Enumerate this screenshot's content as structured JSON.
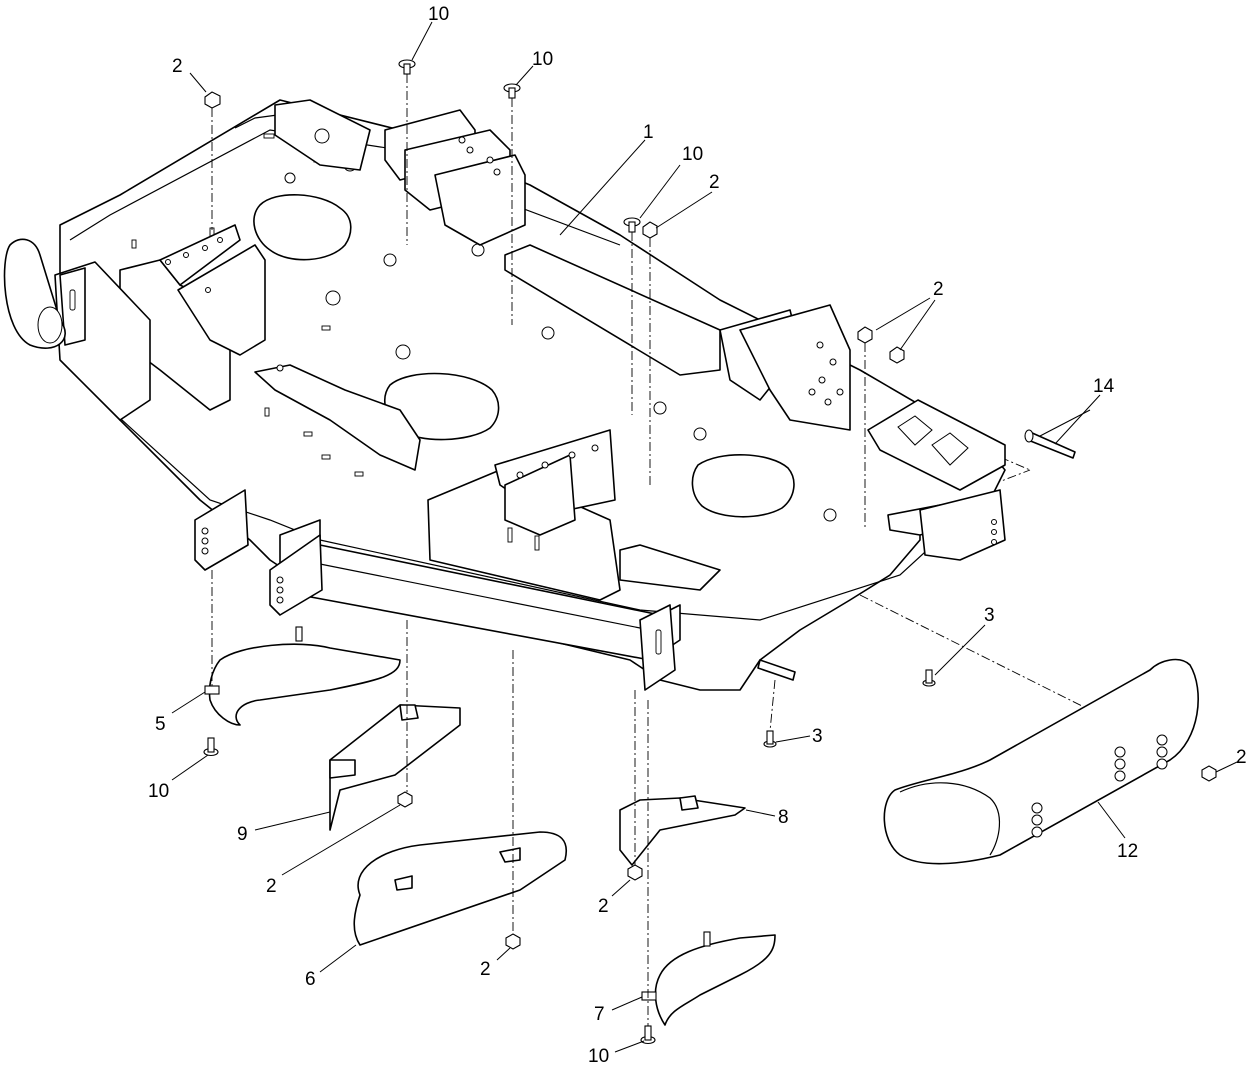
{
  "callouts": {
    "c1": "1",
    "c2a": "2",
    "c2b": "2",
    "c2c": "2",
    "c2d": "2",
    "c2e": "2",
    "c2f": "2",
    "c2g": "2",
    "c3a": "3",
    "c3b": "3",
    "c5": "5",
    "c6": "6",
    "c7": "7",
    "c8": "8",
    "c9": "9",
    "c10a": "10",
    "c10b": "10",
    "c10c": "10",
    "c10d": "10",
    "c10e": "10",
    "c12": "12",
    "c14": "14"
  }
}
